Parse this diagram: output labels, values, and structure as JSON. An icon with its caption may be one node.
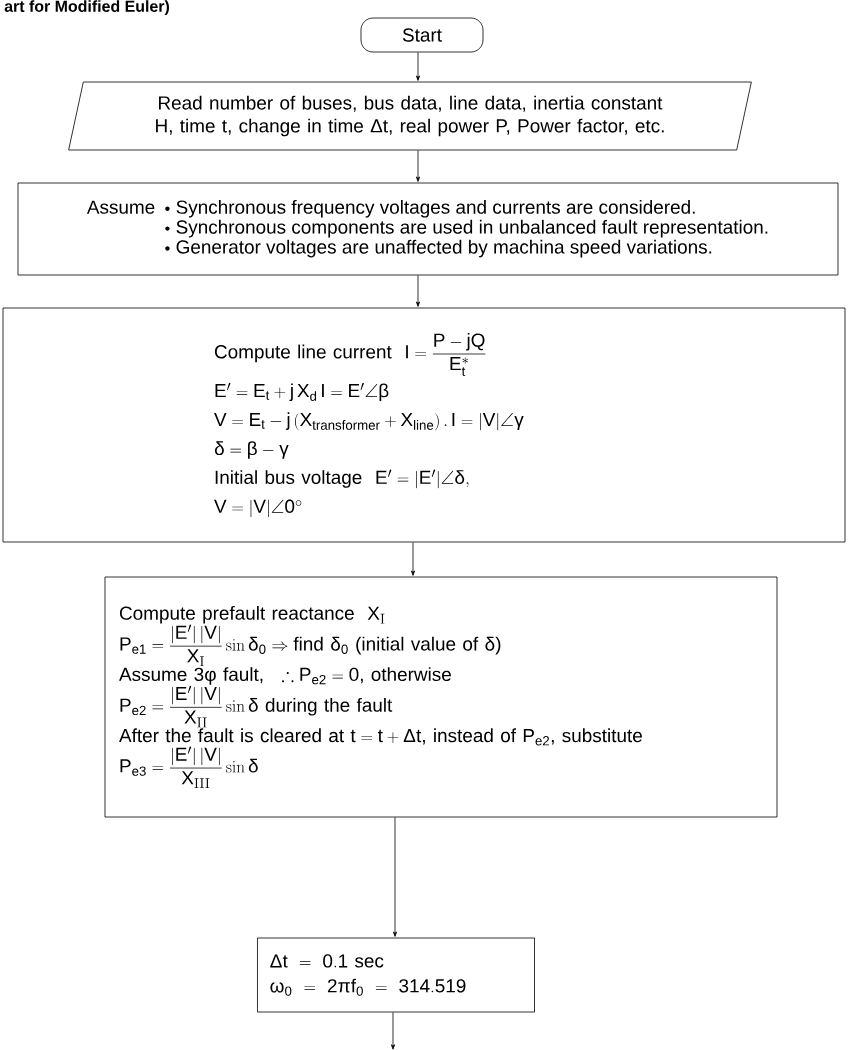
{
  "diagram": {
    "title": "art for Modified Euler)",
    "nodes": [
      {
        "text": [
          "Start"
        ]
      },
      {
        "text": [
          "Read number of buses, bus data, line data, inertia constant H, time t, change in time Δt, real power P, Power factor, etc."
        ]
      },
      {
        "text": [
          "Assume",
          "Synchronous frequency voltages and currents are considered.",
          "Synchronous components are used in unbalanced fault representation.",
          "Generator voltages are unaffected by machina speed variations."
        ]
      },
      {
        "text": [
          "\\text{Compute line current}\\ \\ I = \\dfrac{P - jQ}{E_t^{*}}",
          "E' = E_t + j\\,X_d\\,I = E' \\angle \\beta",
          "V = E_t - j\\,(X_{\\text{transformer}} + X_{\\text{line}})\\,.\\,I = |V| \\angle \\gamma",
          "\\delta = \\beta - \\gamma",
          "\\text{Initial bus voltage}\\ \\ E' = |E'| \\angle \\delta,",
          "V = |V| \\angle 0^{\\circ}"
        ]
      },
      {
        "text": [
          "\\text{Compute prefault reactance}\\ \\ X_{\\mathrm{I}}",
          "P_{e1} = \\dfrac{|E'|\\,|V|}{X_{\\mathrm{I}}} \\sin \\delta_0 \\Rightarrow \\text{find}\\ \\delta_0\\ \\text{(initial value of}\\ \\delta\\text{)}",
          "\\text{Assume}\\ 3\\phi\\ \\text{fault,}\\ \\ \\therefore P_{e2} = 0\\text{, otherwise}",
          "P_{e2} = \\dfrac{|E'|\\,|V|}{X_{\\mathrm{II}}} \\sin \\delta\\ \\text{during the fault}",
          "\\text{After the fault is cleared at}\\ t = t + \\Delta t\\text{, instead of}\\ P_{e2}\\text{, substitute}",
          "P_{e3} = \\dfrac{|E'|\\,|V|}{X_{\\mathrm{III}}} \\sin \\delta"
        ]
      },
      {
        "text": [
          "\\Delta t \\ = \\ 0.1\\ \\text{sec}",
          "\\omega_0 \\ = \\ 2\\pi f_0 \\ = \\ 314.519"
        ]
      }
    ],
    "edges": [
      {
        "from": 0,
        "to": 1,
        "arrow": "to"
      },
      {
        "from": 1,
        "to": 2,
        "arrow": "to"
      },
      {
        "from": 2,
        "to": 3,
        "arrow": "to"
      },
      {
        "from": 3,
        "to": 4,
        "arrow": "to"
      },
      {
        "from": 4,
        "to": 5,
        "arrow": "to"
      },
      {
        "from": 5,
        "to": null,
        "arrow": "to"
      }
    ]
  }
}
